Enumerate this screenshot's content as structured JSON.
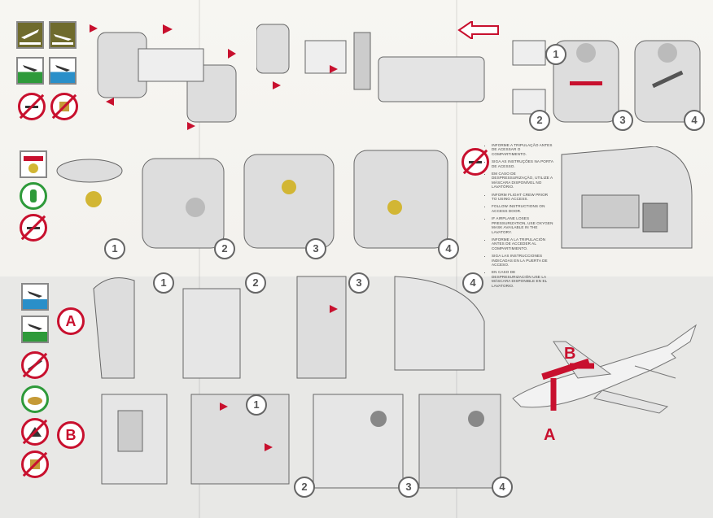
{
  "colors": {
    "red": "#c8102e",
    "green": "#2e9a3a",
    "blue": "#2a8fc9",
    "olive": "#6f6b2d",
    "gray": "#777777"
  },
  "section_top": {
    "icons": [
      "landing-on-land-icon",
      "landing-on-land-alt-icon",
      "land-surface-icon",
      "water-surface-icon",
      "no-smoking-icon",
      "no-baggage-icon"
    ],
    "steps": [
      "1",
      "2",
      "3",
      "4"
    ]
  },
  "section_oxygen": {
    "icons": [
      "oxygen-mask-icon",
      "oxygen-bottle-icon",
      "no-smoking-icon"
    ],
    "steps": [
      "1",
      "2",
      "3",
      "4"
    ],
    "lines": [
      "INFORME A TRIPULAÇÃO ANTES DE ACESSAR O COMPARTIMENTO.",
      "SIGA AS INSTRUÇÕES NA PORTA DE ACESSO.",
      "EM CASO DE DESPRESSURIZAÇÃO, UTILIZE A MÁSCARA DISPONÍVEL NO LAVATÓRIO.",
      "INFORM FLIGHT CREW PRIOR TO USING ACCESS.",
      "FOLLOW INSTRUCTIONS ON ACCESS DOOR.",
      "IF AIRPLANE LOSES PRESSURIZATION, USE OXYGEN MASK AVAILABLE IN THE LAVATORY.",
      "INFORME A LA TRIPULACIÓN ANTES DE ACCEDER AL COMPARTIMIENTO.",
      "SIGA LAS INSTRUCCIONES INDICADAS EN LA PUERTA DE ACCESO.",
      "EN CASO DE DESPRESURIZACIÓN USE LA MÁSCARA DISPONIBLE EN EL LAVATORIO."
    ]
  },
  "section_exits": {
    "exit_a": "A",
    "exit_b": "B",
    "steps_a": [
      "1",
      "2",
      "3",
      "4"
    ],
    "steps_b": [
      "1",
      "2",
      "3",
      "4"
    ]
  }
}
